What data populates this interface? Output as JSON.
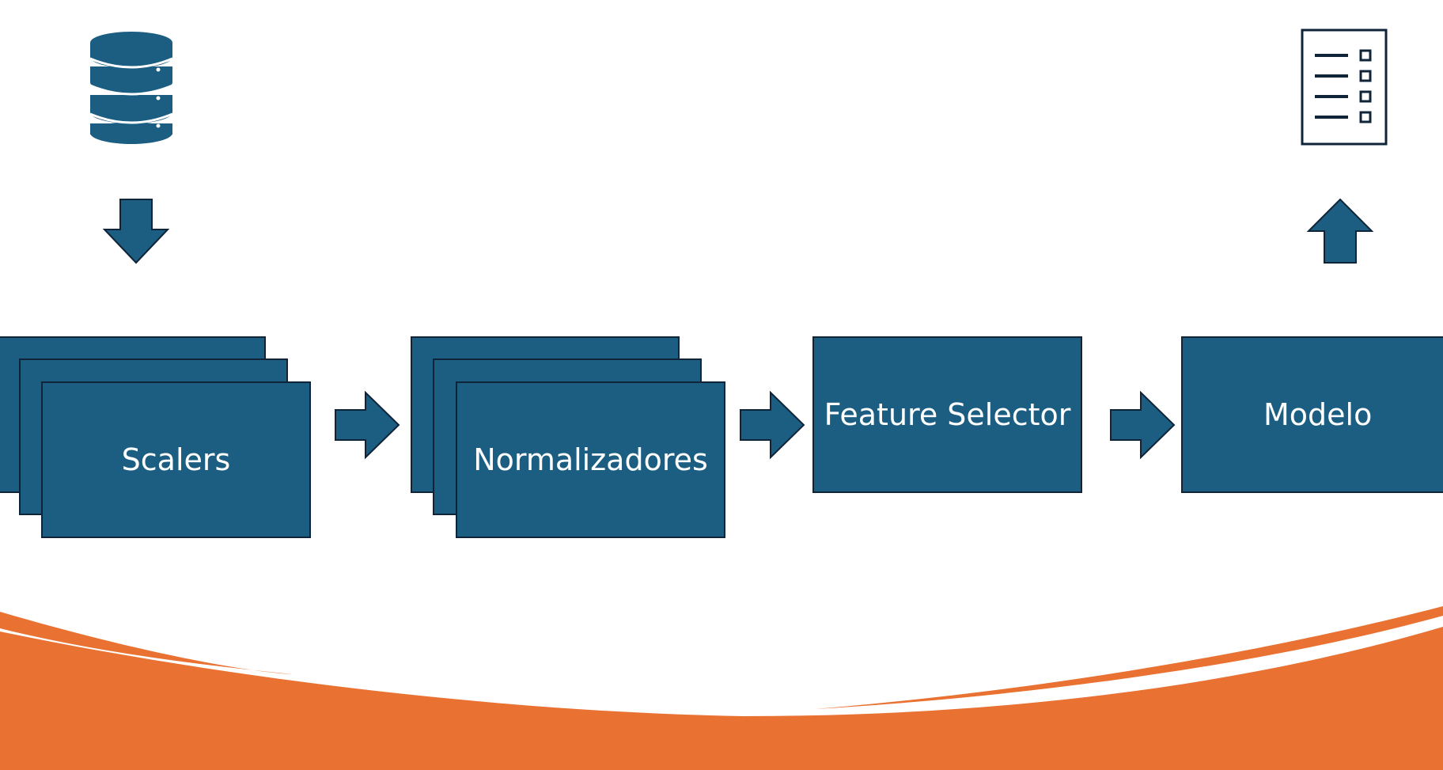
{
  "pipeline": {
    "scalers_label": "Scalers",
    "normalizers_label": "Normalizadores",
    "feature_selector_label": "Feature Selector",
    "model_label": "Modelo"
  },
  "icons": {
    "input": "database-icon",
    "output": "checklist-icon",
    "input_arrow": "arrow-down-icon",
    "output_arrow": "arrow-up-icon"
  },
  "colors": {
    "box_fill": "#1b5e82",
    "box_border": "#0f2438",
    "arrow_fill": "#1b5e82",
    "accent_orange": "#e97132",
    "background": "#ffffff"
  }
}
